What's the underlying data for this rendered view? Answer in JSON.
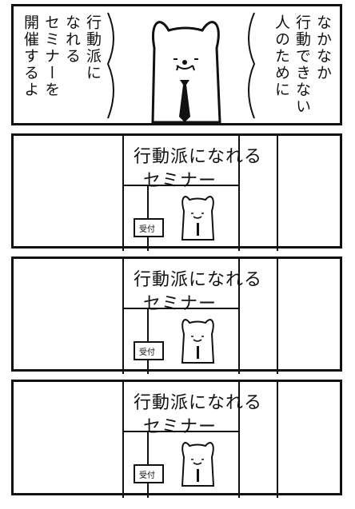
{
  "panel1": {
    "left_text": "行動派に\nなれる\nセミナーを\n開催するよ",
    "right_text": "なかなか\n行動できない\n人のために"
  },
  "sign": {
    "line1": "行動派になれる",
    "line2": "セミナー",
    "reception": "受付"
  }
}
